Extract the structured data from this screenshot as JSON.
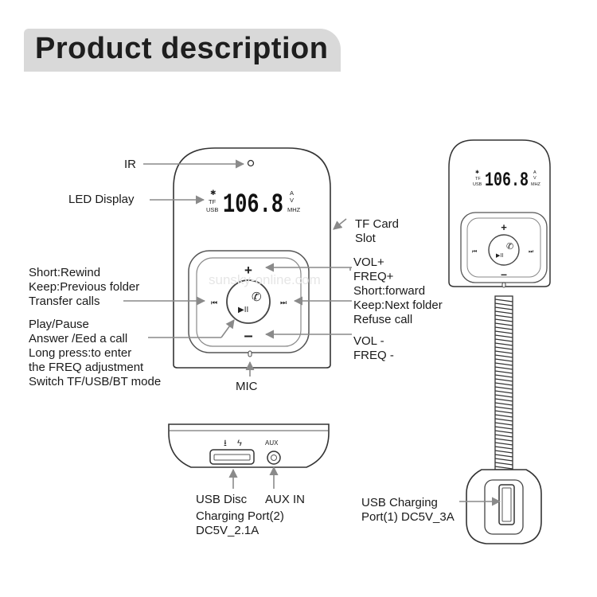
{
  "title": "Product description",
  "watermark": "sunsky-online.com",
  "display": {
    "frequency": "106.8",
    "tf": "TF",
    "usb": "USB",
    "mhz": "MHZ",
    "a": "A",
    "v": "V",
    "bluetooth_icon": "bluetooth-icon"
  },
  "front_labels": {
    "ir": "IR",
    "led_display": "LED Display",
    "tf_card_slot": [
      "TF Card",
      "Slot"
    ],
    "vol_plus": [
      "VOL+",
      "FREQ+"
    ],
    "rewind": [
      "Short:Rewind",
      "Keep:Previous folder",
      "Transfer  calls"
    ],
    "forward": [
      "Short:forward",
      "Keep:Next folder",
      "Refuse call"
    ],
    "play_pause": [
      "Play/Pause",
      "Answer /Eed  a call",
      "Long press:to enter",
      "the FREQ adjustment",
      "Switch TF/USB/BT mode"
    ],
    "vol_minus": [
      "VOL -",
      "FREQ -"
    ],
    "mic": "MIC"
  },
  "bottom_view": {
    "aux_label": "AUX",
    "usb_disc": "USB Disc",
    "aux_in": "AUX IN",
    "charging_port2": [
      "Charging Port(2)",
      "DC5V_2.1A"
    ]
  },
  "side_view": {
    "usb_charging": [
      "USB Charging",
      "Port(1) DC5V_3A"
    ]
  },
  "colors": {
    "title_bg": "#d9d9d9",
    "line": "#444444",
    "arrow": "#8a8a8a"
  }
}
